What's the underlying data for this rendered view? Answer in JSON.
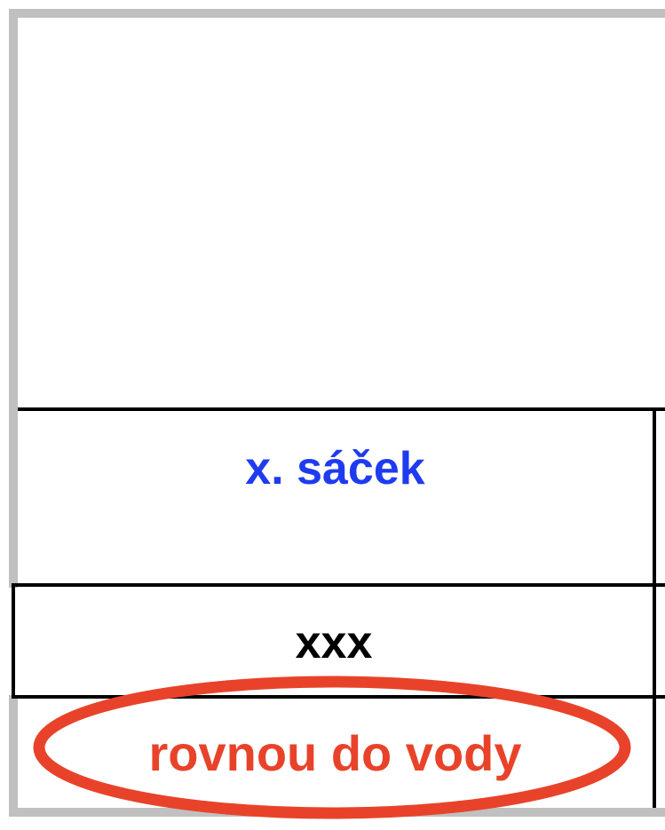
{
  "cells": {
    "bag_label": "x. sáček",
    "placeholder": "xxx",
    "highlighted": "rovnou do vody"
  },
  "colors": {
    "bag_label": "#1f3bf0",
    "highlight": "#e8432a",
    "frame": "#c0c0c0"
  }
}
